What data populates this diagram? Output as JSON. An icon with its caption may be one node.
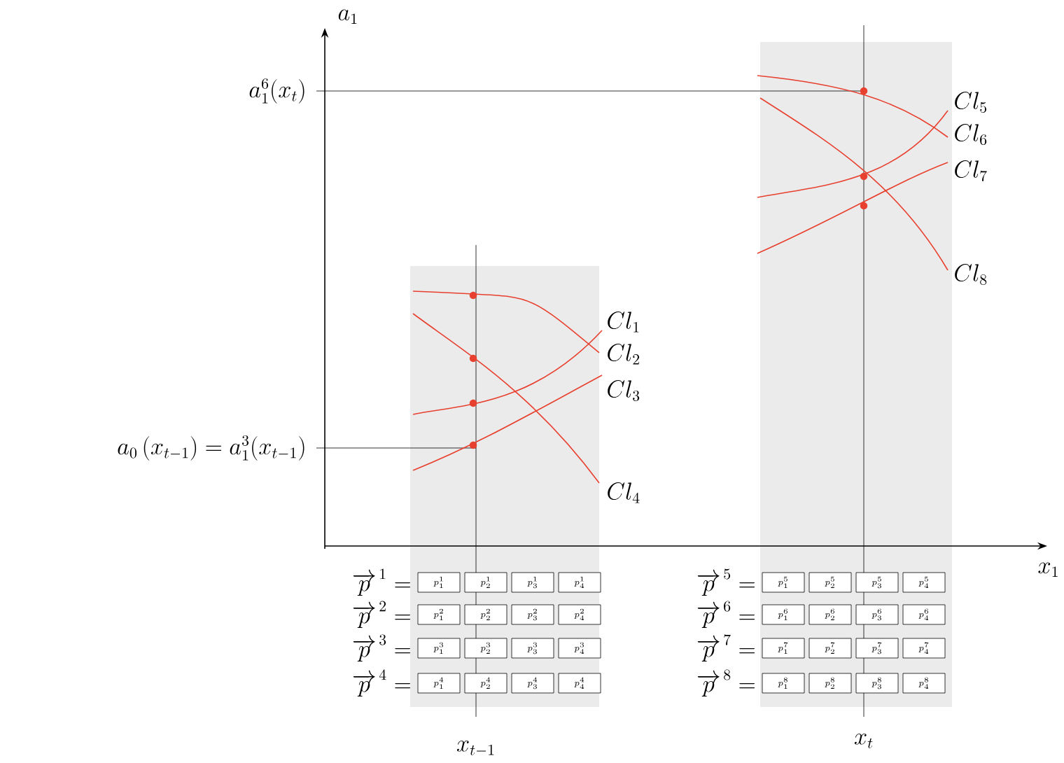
{
  "diagram": {
    "labels": [
      "a_1",
      "a_1^6(x_t)",
      "Cl_5",
      "Cl_6",
      "Cl_7",
      "Cl_8",
      "Cl_1",
      "Cl_2",
      "Cl_3",
      "Cl_4",
      "a_0\\,(x_{t-1}) = a_1^3(x_{t-1})",
      "x_1",
      "\\overrightarrow{p}^{\\,1} =",
      "p_1^1",
      "p_2^1",
      "p_3^1",
      "p_4^1",
      "\\overrightarrow{p}^{\\,5} =",
      "p_1^5",
      "p_2^5",
      "p_3^5",
      "p_4^5",
      "\\overrightarrow{p}^{\\,2} =",
      "p_1^2",
      "p_2^2",
      "p_3^2",
      "p_4^2",
      "\\overrightarrow{p}^{\\,6} =",
      "p_1^6",
      "p_2^6",
      "p_3^6",
      "p_4^6",
      "\\overrightarrow{p}^{\\,3} =",
      "p_1^3",
      "p_2^3",
      "p_3^3",
      "p_4^3",
      "\\overrightarrow{p}^{\\,7} =",
      "p_1^7",
      "p_2^7",
      "p_3^7",
      "p_4^7",
      "\\overrightarrow{p}^{\\,4} =",
      "p_1^4",
      "p_2^4",
      "p_3^4",
      "p_4^4",
      "\\overrightarrow{p}^{\\,8} =",
      "p_1^8",
      "p_2^8",
      "p_3^8",
      "p_4^8",
      "x_{t-1}",
      "x_t"
    ]
  }
}
